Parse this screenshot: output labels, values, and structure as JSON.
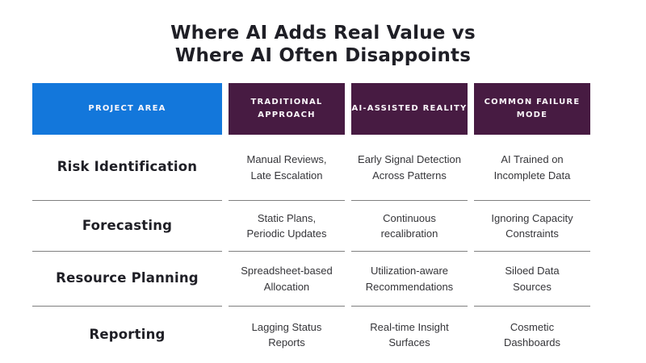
{
  "title": {
    "text": "Where AI Adds Real Value vs\nWhere AI Often Disappoints",
    "color": "#1F1F26"
  },
  "table": {
    "columns": [
      {
        "label": "PROJECT AREA",
        "bg": "#1377DB"
      },
      {
        "label": "TRADITIONAL\nAPPROACH",
        "bg": "#471B42"
      },
      {
        "label": "AI-ASSISTED REALITY",
        "bg": "#471B42"
      },
      {
        "label": "COMMON FAILURE MODE",
        "bg": "#471B42"
      }
    ],
    "rows": [
      {
        "area": "Risk Identification",
        "traditional": "Manual Reviews,\nLate Escalation",
        "ai": "Early Signal Detection\nAcross Patterns",
        "failure": "AI Trained on\nIncomplete Data"
      },
      {
        "area": "Forecasting",
        "traditional": "Static Plans,\nPeriodic Updates",
        "ai": "Continuous\nrecalibration",
        "failure": "Ignoring Capacity\nConstraints"
      },
      {
        "area": "Resource Planning",
        "traditional": "Spreadsheet-based\nAllocation",
        "ai": "Utilization-aware\nRecommendations",
        "failure": "Siloed Data\nSources"
      },
      {
        "area": "Reporting",
        "traditional": "Lagging Status\nReports",
        "ai": "Real-time Insight\nSurfaces",
        "failure": "Cosmetic\nDashboards"
      }
    ],
    "divider_color": "#7F7F7F"
  },
  "chart_data": {
    "type": "table",
    "title": "Where AI Adds Real Value vs Where AI Often Disappoints",
    "columns": [
      "Project Area",
      "Traditional Approach",
      "AI-Assisted Reality",
      "Common Failure Mode"
    ],
    "rows": [
      [
        "Risk Identification",
        "Manual Reviews, Late Escalation",
        "Early Signal Detection Across Patterns",
        "AI Trained on Incomplete Data"
      ],
      [
        "Forecasting",
        "Static Plans, Periodic Updates",
        "Continuous recalibration",
        "Ignoring Capacity Constraints"
      ],
      [
        "Resource Planning",
        "Spreadsheet-based Allocation",
        "Utilization-aware Recommendations",
        "Siloed Data Sources"
      ],
      [
        "Reporting",
        "Lagging Status Reports",
        "Real-time Insight Surfaces",
        "Cosmetic Dashboards"
      ]
    ]
  }
}
